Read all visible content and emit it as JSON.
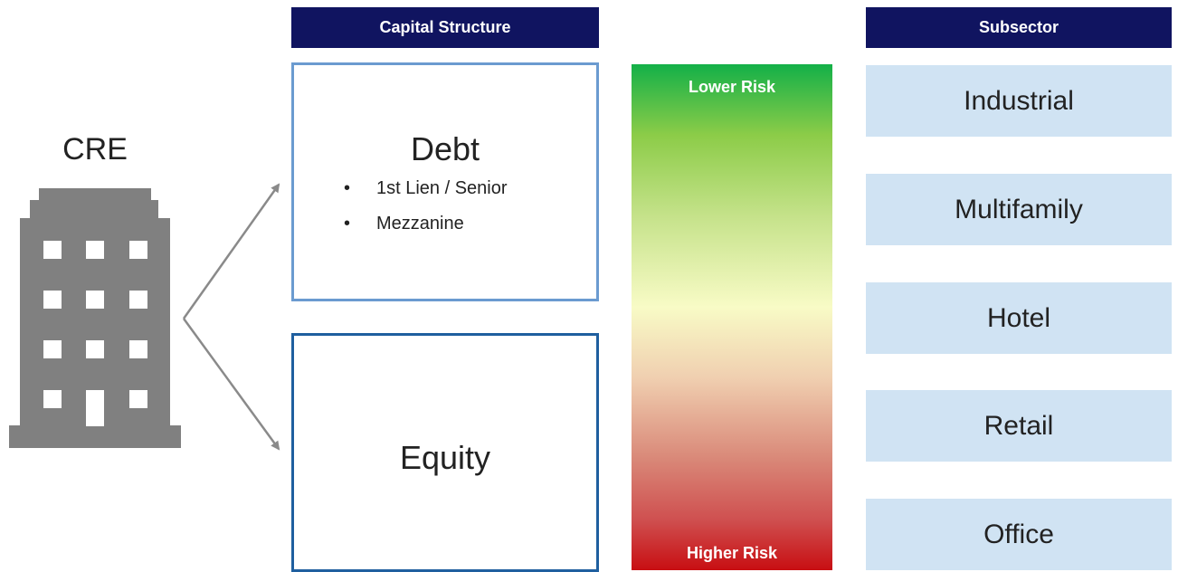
{
  "cre": {
    "title": "CRE",
    "building_icon": "building-icon"
  },
  "capital_structure": {
    "header": "Capital Structure",
    "debt": {
      "title": "Debt",
      "items": [
        "1st Lien / Senior",
        "Mezzanine"
      ]
    },
    "equity": {
      "title": "Equity"
    }
  },
  "risk": {
    "top_label": "Lower Risk",
    "bottom_label": "Higher Risk",
    "colors": {
      "top": "#13b048",
      "middle": "#f8fbc6",
      "bottom": "#c80e12"
    }
  },
  "subsector": {
    "header": "Subsector",
    "items": [
      "Industrial",
      "Multifamily",
      "Hotel",
      "Retail",
      "Office"
    ]
  },
  "colors": {
    "header_bg": "#101460",
    "debt_border": "#6b9bd0",
    "equity_border": "#1f5f9f",
    "sector_bg": "#d0e3f3",
    "building": "#808080",
    "arrow": "#8a8a8a"
  }
}
